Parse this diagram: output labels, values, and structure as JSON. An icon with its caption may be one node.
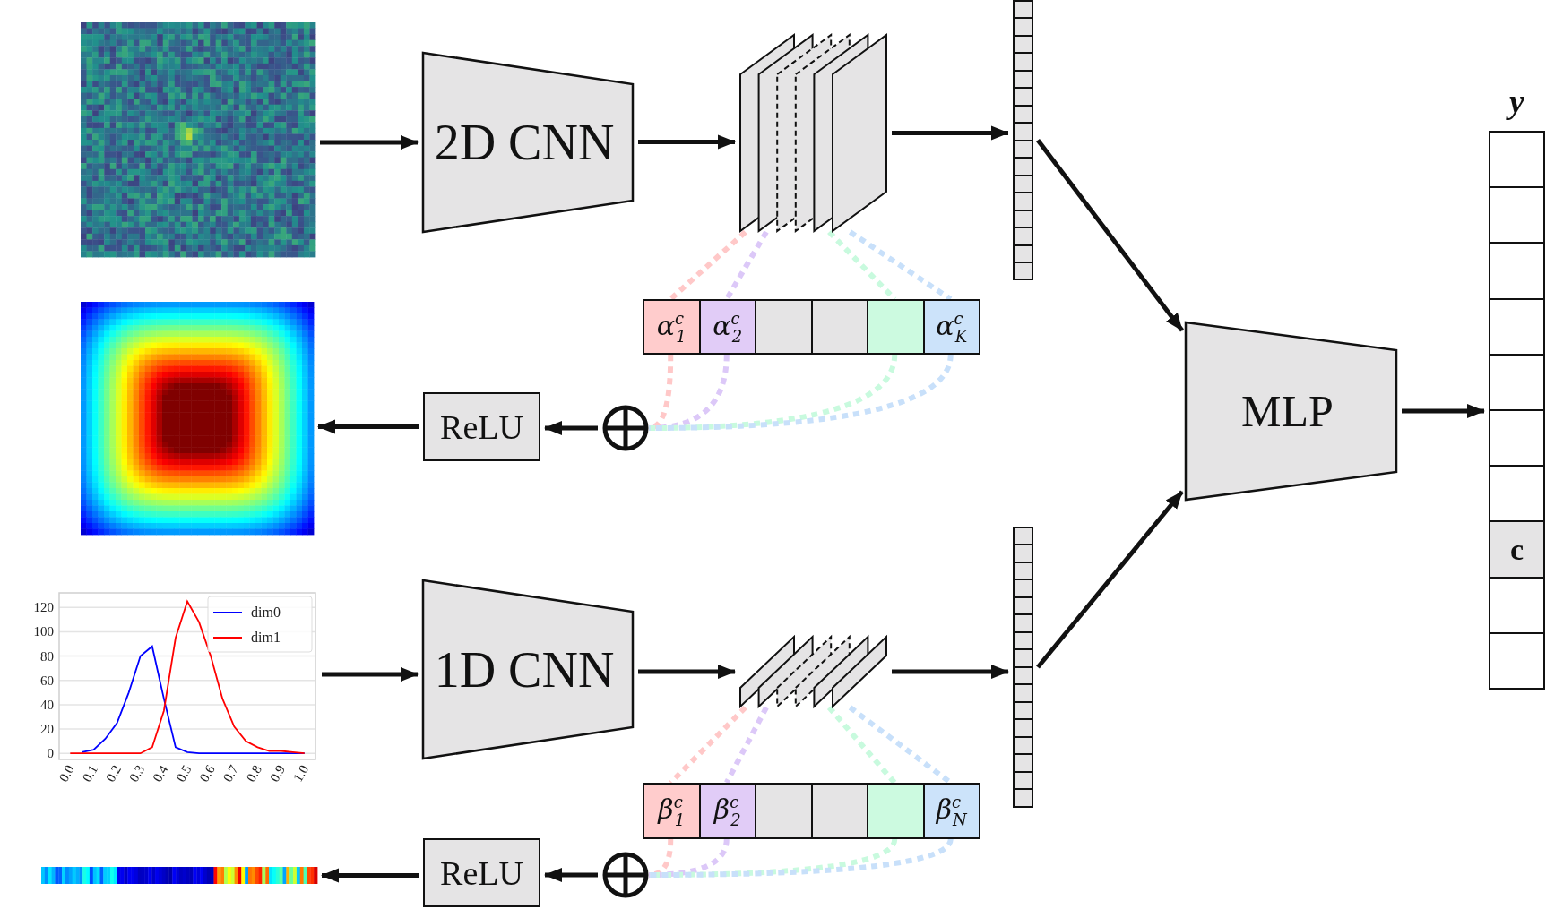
{
  "diagram": {
    "nodes": [
      {
        "text": [],
        "shape": "picture"
      },
      {
        "text": [
          "2D CNN"
        ]
      },
      {
        "text": [],
        "shape": "picture"
      },
      {
        "text": [],
        "shape": "bar"
      },
      {
        "text": [
          "MLP"
        ]
      },
      {
        "text": [
          "y",
          "c"
        ]
      },
      {
        "text": [
          "α$^{c}$$_{1}$"
        ]
      },
      {
        "text": [
          "α$^{c}$$_{2}$"
        ]
      },
      {
        "text": [],
        "shape": "box"
      },
      {
        "text": [],
        "shape": "box"
      },
      {
        "text": [],
        "shape": "box"
      },
      {
        "text": [
          "α$^{c}$$_{K}$"
        ]
      },
      {
        "text": [],
        "shape": "circle"
      },
      {
        "text": [
          "ReLU"
        ]
      },
      {
        "text": [],
        "shape": "picture"
      },
      {
        "text": [],
        "shape": "picture"
      },
      {
        "text": [
          "1D CNN"
        ]
      },
      {
        "text": [],
        "shape": "picture"
      },
      {
        "text": [],
        "shape": "bar"
      },
      {
        "text": [
          "β$^{c}$$_{1}$"
        ]
      },
      {
        "text": [
          "β$^{c}$$_{2}$"
        ]
      },
      {
        "text": [],
        "shape": "box"
      },
      {
        "text": [],
        "shape": "box"
      },
      {
        "text": [],
        "shape": "box"
      },
      {
        "text": [
          "β$^{c}$$_{N}$"
        ]
      },
      {
        "text": [],
        "shape": "circle"
      },
      {
        "text": [
          "ReLU"
        ]
      },
      {
        "text": [],
        "shape": "picture"
      }
    ],
    "edges": [
      {
        "from": 0,
        "to": 1,
        "arrow": "to"
      },
      {
        "from": 1,
        "to": 2,
        "arrow": "to"
      },
      {
        "from": 2,
        "to": 3,
        "arrow": "to"
      },
      {
        "from": 3,
        "to": 4,
        "arrow": "to"
      },
      {
        "from": 4,
        "to": 5,
        "arrow": "to"
      },
      {
        "from": 2,
        "to": 6,
        "arrow": "none",
        "style": "dashed",
        "color": "#ffc8c8"
      },
      {
        "from": 2,
        "to": 7,
        "arrow": "none",
        "style": "dashed",
        "color": "#dcc8f8"
      },
      {
        "from": 2,
        "to": 10,
        "arrow": "none",
        "style": "dashed",
        "color": "#c8fade"
      },
      {
        "from": 2,
        "to": 11,
        "arrow": "none",
        "style": "dashed",
        "color": "#c8e0fa"
      },
      {
        "from": 6,
        "to": 12,
        "arrow": "none",
        "style": "dashed",
        "color": "#ffc8c8"
      },
      {
        "from": 7,
        "to": 12,
        "arrow": "none",
        "style": "dashed",
        "color": "#dcc8f8"
      },
      {
        "from": 10,
        "to": 12,
        "arrow": "none",
        "style": "dashed",
        "color": "#c8fade"
      },
      {
        "from": 11,
        "to": 12,
        "arrow": "none",
        "style": "dashed",
        "color": "#c8e0fa"
      },
      {
        "from": 12,
        "to": 13,
        "arrow": "to"
      },
      {
        "from": 13,
        "to": 14,
        "arrow": "to"
      },
      {
        "from": 15,
        "to": 16,
        "arrow": "to"
      },
      {
        "from": 16,
        "to": 17,
        "arrow": "to"
      },
      {
        "from": 17,
        "to": 18,
        "arrow": "to"
      },
      {
        "from": 18,
        "to": 4,
        "arrow": "to"
      },
      {
        "from": 17,
        "to": 19,
        "arrow": "none",
        "style": "dashed",
        "color": "#ffc8c8"
      },
      {
        "from": 17,
        "to": 20,
        "arrow": "none",
        "style": "dashed",
        "color": "#dcc8f8"
      },
      {
        "from": 17,
        "to": 23,
        "arrow": "none",
        "style": "dashed",
        "color": "#c8fade"
      },
      {
        "from": 17,
        "to": 24,
        "arrow": "none",
        "style": "dashed",
        "color": "#c8e0fa"
      },
      {
        "from": 19,
        "to": 25,
        "arrow": "none",
        "style": "dashed",
        "color": "#ffc8c8"
      },
      {
        "from": 20,
        "to": 25,
        "arrow": "none",
        "style": "dashed",
        "color": "#dcc8f8"
      },
      {
        "from": 23,
        "to": 25,
        "arrow": "none",
        "style": "dashed",
        "color": "#c8fade"
      },
      {
        "from": 24,
        "to": 25,
        "arrow": "none",
        "style": "dashed",
        "color": "#c8e0fa"
      },
      {
        "from": 25,
        "to": 26,
        "arrow": "to"
      },
      {
        "from": 26,
        "to": 27,
        "arrow": "to"
      }
    ],
    "chart_data": {
      "type": "line",
      "x": [
        0,
        0.05,
        0.1,
        0.15,
        0.2,
        0.25,
        0.3,
        0.35,
        0.4,
        0.45,
        0.5,
        0.55,
        0.6,
        0.65,
        0.7,
        0.75,
        0.8,
        0.85,
        0.9,
        0.95,
        1
      ],
      "series": [
        {
          "name": "dim0",
          "color": "#0000ff",
          "values": [
            null,
            1,
            3,
            12,
            25,
            50,
            80,
            88,
            45,
            5,
            1,
            0,
            0,
            0,
            0,
            0,
            0,
            0,
            0,
            0,
            0
          ]
        },
        {
          "name": "dim1",
          "color": "#ff0000",
          "values": [
            0,
            0,
            0,
            0,
            0,
            0,
            0,
            5,
            35,
            95,
            125,
            108,
            80,
            45,
            22,
            10,
            5,
            2,
            2,
            1,
            0
          ]
        }
      ],
      "xlim": [
        -0.047,
        1.047
      ],
      "ylim": [
        -5,
        132
      ],
      "grid": true,
      "legend": "upper right",
      "yticks": [
        0,
        20,
        40,
        60,
        80,
        100,
        120
      ],
      "xticks": [
        {
          "value": 0,
          "label": "0.0"
        },
        {
          "value": 0.1,
          "label": "0.1"
        },
        {
          "value": 0.2,
          "label": "0.2"
        },
        {
          "value": 0.3,
          "label": "0.3"
        },
        {
          "value": 0.4,
          "label": "0.4"
        },
        {
          "value": 0.5,
          "label": "0.5"
        },
        {
          "value": 0.6,
          "label": "0.6"
        },
        {
          "value": 0.7,
          "label": "0.7"
        },
        {
          "value": 0.8,
          "label": "0.8"
        },
        {
          "value": 0.9,
          "label": "0.9"
        },
        {
          "value": 1,
          "label": "1.0"
        }
      ]
    }
  }
}
